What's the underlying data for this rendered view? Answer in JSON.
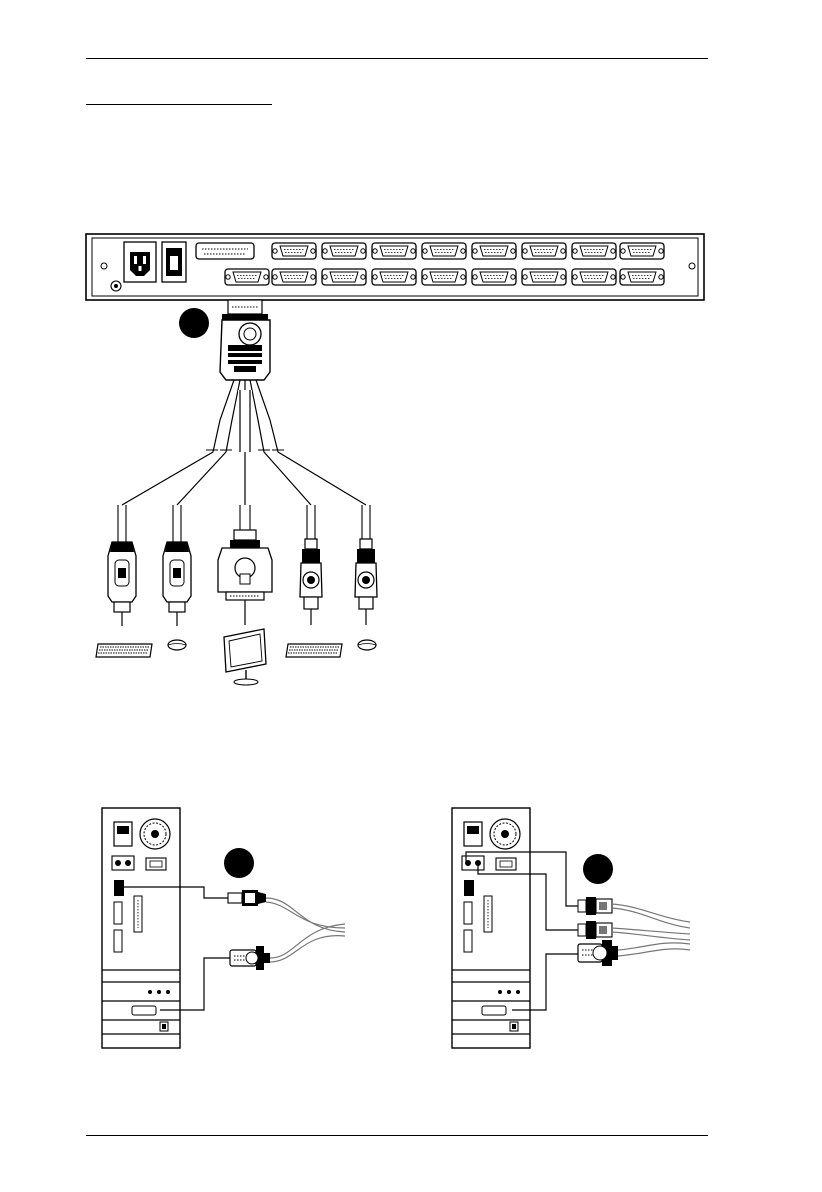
{
  "page": {
    "header_rule": true,
    "footer_rule": true
  },
  "figures": {
    "top": {
      "callout": "",
      "devices": [
        "keyboard-usb",
        "mouse-usb",
        "monitor",
        "keyboard-ps2",
        "mouse-ps2"
      ]
    },
    "bottom_left": {
      "callout": ""
    },
    "bottom_right": {
      "callout": ""
    }
  },
  "colors": {
    "ink": "#000000",
    "paper": "#ffffff",
    "cable_gray": "#9a9a9a"
  }
}
